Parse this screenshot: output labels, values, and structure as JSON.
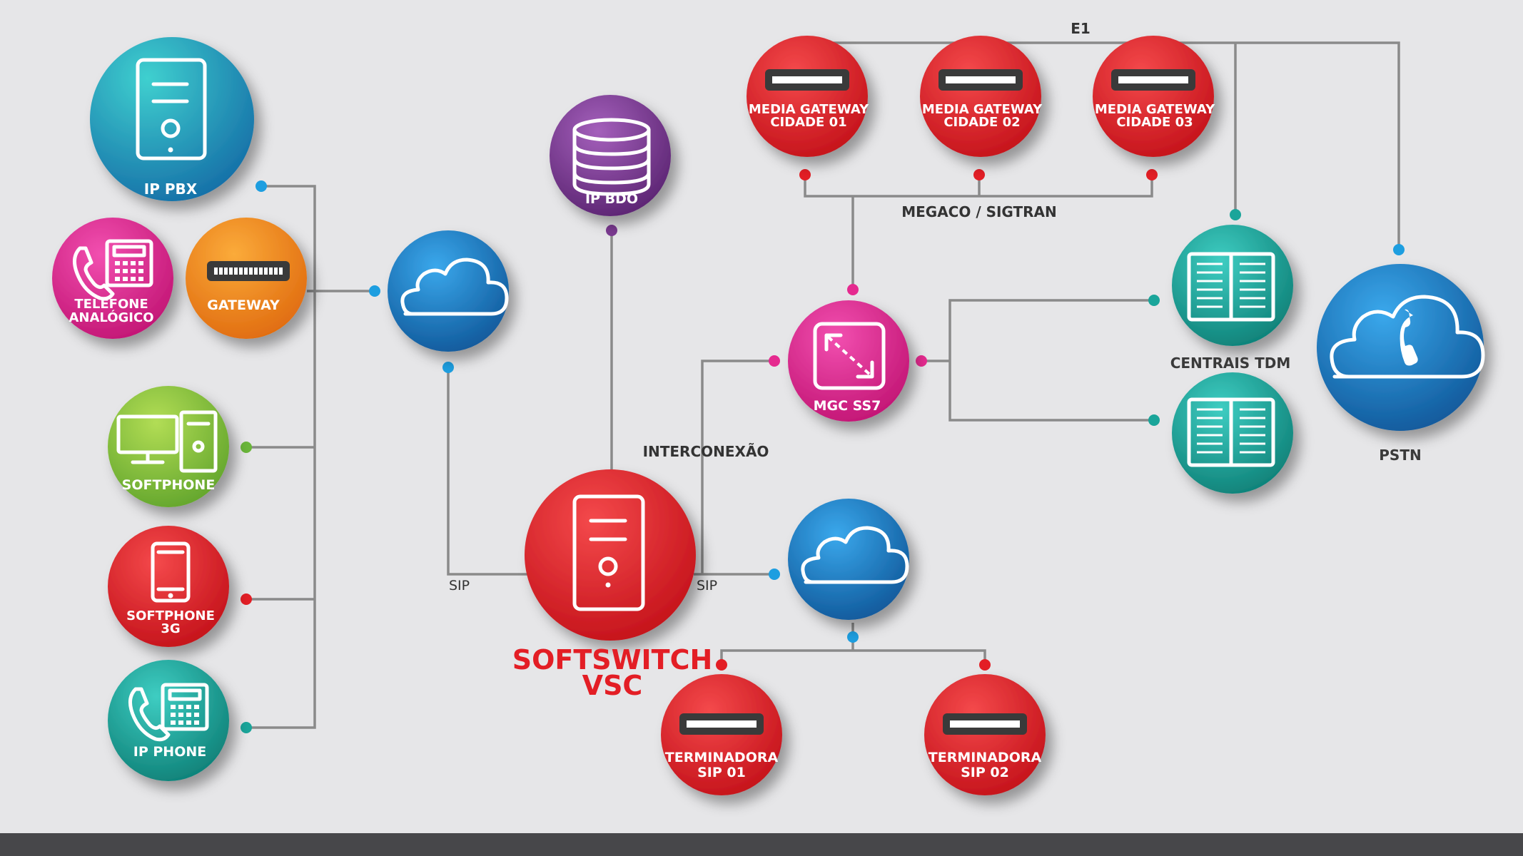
{
  "nodes": {
    "ip_pbx": "IP PBX",
    "telefone_line1": "TELEFONE",
    "telefone_line2": "ANALÓGICO",
    "gateway": "GATEWAY",
    "softphone": "SOFTPHONE",
    "softphone3g_line1": "SOFTPHONE",
    "softphone3g_line2": "3G",
    "ip_phone": "IP PHONE",
    "ip_bdo": "IP BDO",
    "softswitch_line1": "SOFTSWITCH",
    "softswitch_line2": "VSC",
    "mgw1_line1": "MEDIA GATEWAY",
    "mgw1_line2": "CIDADE 01",
    "mgw2_line1": "MEDIA GATEWAY",
    "mgw2_line2": "CIDADE 02",
    "mgw3_line1": "MEDIA GATEWAY",
    "mgw3_line2": "CIDADE 03",
    "mgc": "MGC SS7",
    "centrais": "CENTRAIS TDM",
    "pstn": "PSTN",
    "term1_line1": "TERMINADORA",
    "term1_line2": "SIP 01",
    "term2_line1": "TERMINADORA",
    "term2_line2": "SIP 02"
  },
  "connections": {
    "e1": "E1",
    "megaco": "MEGACO / SIGTRAN",
    "interconexao": "INTERCONEXÃO",
    "sip_left": "SIP",
    "sip_right": "SIP"
  },
  "colors": {
    "teal": "#1aa59a",
    "blue": "#1d82c9",
    "red": "#e31e25",
    "magenta": "#e52a8f",
    "orange": "#f58a1f",
    "green": "#8cc63f",
    "purple": "#7b3a91",
    "wire": "#8a8a8a",
    "footer": "#47474a"
  },
  "icons": [
    "server-icon",
    "telephone-icon",
    "gateway-device-icon",
    "cloud-icon",
    "desktop-computer-icon",
    "smartphone-icon",
    "database-icon",
    "resize-arrow-icon",
    "book-icon",
    "cloud-phone-icon"
  ]
}
